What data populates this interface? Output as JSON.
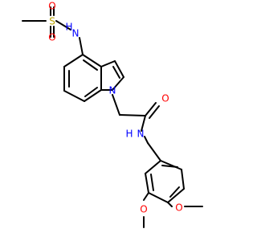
{
  "molecule": {
    "atoms": [
      {
        "id": "S",
        "label": "S",
        "color": "#b8a200"
      },
      {
        "id": "O1",
        "label": "O",
        "color": "#ff0000"
      },
      {
        "id": "O2",
        "label": "O",
        "color": "#ff0000"
      },
      {
        "id": "N1",
        "label": "N",
        "color": "#0000ff"
      },
      {
        "id": "H1",
        "label": "H",
        "color": "#0000ff"
      },
      {
        "id": "N2",
        "label": "N",
        "color": "#0000ff"
      },
      {
        "id": "O3",
        "label": "O",
        "color": "#ff0000"
      },
      {
        "id": "N3",
        "label": "N",
        "color": "#0000ff"
      },
      {
        "id": "H2",
        "label": "H",
        "color": "#0000ff"
      },
      {
        "id": "O4",
        "label": "O",
        "color": "#ff0000"
      },
      {
        "id": "O5",
        "label": "O",
        "color": "#ff0000"
      }
    ]
  }
}
